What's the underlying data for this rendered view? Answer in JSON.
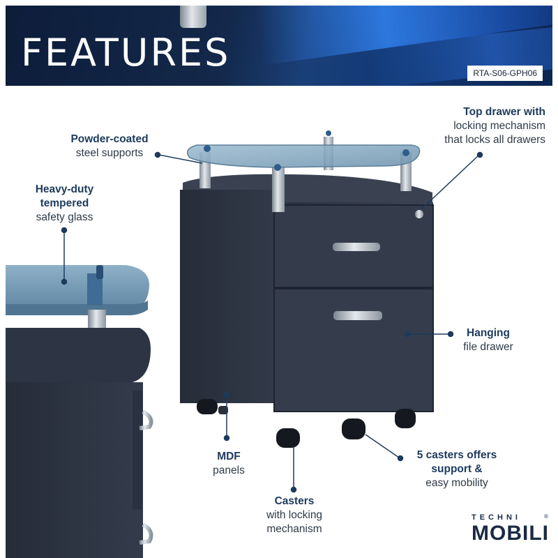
{
  "banner": {
    "title": "FEATURES",
    "model": "RTA-S06-GPH06"
  },
  "callouts": {
    "powder": {
      "line1": "Powder-coated",
      "line2": "steel supports"
    },
    "glass": {
      "line1": "Heavy-duty",
      "line2": "tempered",
      "line3": "safety glass"
    },
    "topdrawer": {
      "line1": "Top drawer with",
      "line2": "locking mechanism",
      "line3": "that locks all drawers"
    },
    "hanging": {
      "line1": "Hanging",
      "line2": "file drawer"
    },
    "mdf": {
      "line1": "MDF",
      "line2": "panels"
    },
    "casters5": {
      "line1": "5 casters offers",
      "line2": "support &",
      "line3": "easy mobility"
    },
    "casters": {
      "line1": "Casters",
      "line2": "with locking",
      "line3": "mechanism"
    }
  },
  "logo": {
    "top": "TECHNI",
    "bottom": "MOBILI",
    "reg": "®"
  },
  "colors": {
    "label_bold": "#1d3a5c",
    "label_regular": "#2f3a46",
    "cabinet": "#2b3240",
    "glass": "#7fa3bd",
    "banner_dark": "#0d1d3a",
    "banner_accent": "#2f6fd8"
  }
}
